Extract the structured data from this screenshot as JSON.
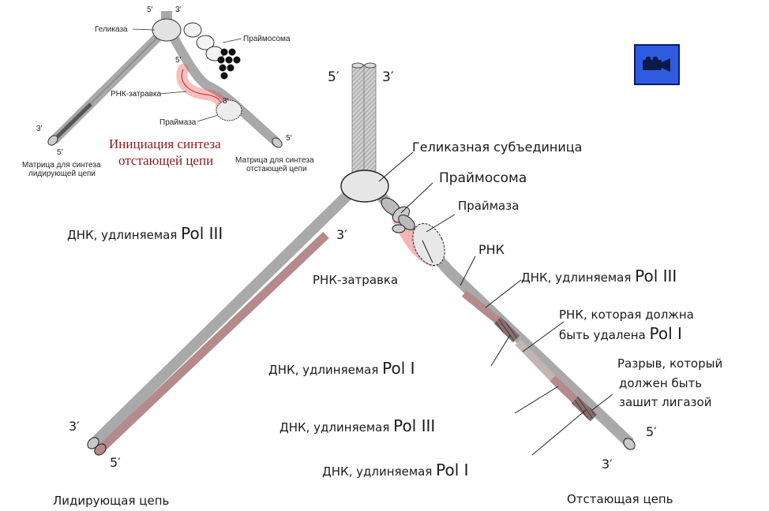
{
  "inset": {
    "helicase": "Геликаза",
    "primosome": "Праймосома",
    "rna_primer": "РНК-затравка",
    "primase": "Праймаза",
    "five_prime": "5′",
    "three_prime": "3′",
    "title_line1": "Инициация синтеза",
    "title_line2": "отстающей цепи",
    "leading_template_line1": "Матрица для синтеза",
    "leading_template_line2": "лидирующей цепи",
    "lagging_template_line1": "Матрица для синтеза",
    "lagging_template_line2": "отстающей цепи"
  },
  "main": {
    "five_prime": "5′",
    "three_prime": "3′",
    "helicase_subunit": "Геликазная субъединица",
    "primosome": "Праймосома",
    "primase": "Праймаза",
    "rna": "РНК",
    "rna_primer": "РНК-затравка",
    "dna_pol3_leading_text": "ДНК, удлиняемая",
    "pol3": "Pol III",
    "pol1": "Pol I",
    "dna_pol3_lagging_text": "ДНК, удлиняемая",
    "rna_removed_line1": "РНК, которая должна",
    "rna_removed_line2": "быть удалена",
    "dna_pol1_text": "ДНК, удлиняемая",
    "gap_line1": "Разрыв, который",
    "gap_line2": "должен быть",
    "gap_line3": "зашит лигазой",
    "dna_pol3_lower_text": "ДНК, удлиняемая",
    "dna_pol1_lower_text": "ДНК, удлиняемая",
    "leading_strand": "Лидирующая цепь",
    "lagging_strand": "Отстающая цепь"
  },
  "colors": {
    "strand_gray": "#a9a9a9",
    "new_dna": "#b48a8a",
    "rna_pink": "#f3b6b6",
    "video_button": "#2f5be0"
  },
  "icons": {
    "video": "video-camera-icon"
  }
}
